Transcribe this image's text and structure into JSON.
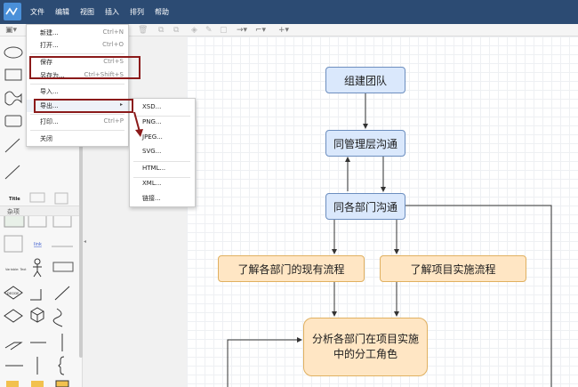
{
  "menubar": {
    "items": [
      "文件",
      "编辑",
      "视图",
      "插入",
      "排列",
      "帮助"
    ]
  },
  "file_menu": {
    "items": [
      {
        "label": "新建...",
        "shortcut": "Ctrl+N"
      },
      {
        "label": "打开...",
        "shortcut": "Ctrl+O"
      },
      {
        "label": "保存",
        "shortcut": "Ctrl+S"
      },
      {
        "label": "另存为...",
        "shortcut": "Ctrl+Shift+S"
      },
      {
        "label": "导入...",
        "shortcut": ""
      },
      {
        "label": "导出...",
        "shortcut": ""
      },
      {
        "label": "打印...",
        "shortcut": "Ctrl+P"
      },
      {
        "label": "关闭",
        "shortcut": ""
      }
    ]
  },
  "export_menu": {
    "items": [
      "XSD...",
      "PNG...",
      "JPEG...",
      "SVG...",
      "HTML...",
      "XML...",
      "链接..."
    ]
  },
  "sidebar": {
    "section_title": "杂项",
    "shape_labels": {
      "title": "Title",
      "link": "link",
      "variable_text": "Variable: Text",
      "decision": "DECIDE"
    }
  },
  "flowchart": {
    "nodes": {
      "form_team": "组建团队",
      "mgmt_comm": "同管理层沟通",
      "dept_comm": "同各部门沟通",
      "current_process": "了解各部门的现有流程",
      "project_process": "了解项目实施流程",
      "roles": "分析各部门在项目实施中的分工角色"
    }
  },
  "colors": {
    "menubar": "#2c4b73",
    "node_blue_fill": "#dae8fc",
    "node_blue_border": "#6c8ebf",
    "node_orange_fill": "#ffe6c4",
    "node_orange_border": "#e0b060",
    "annotation": "#8b1a1a"
  }
}
